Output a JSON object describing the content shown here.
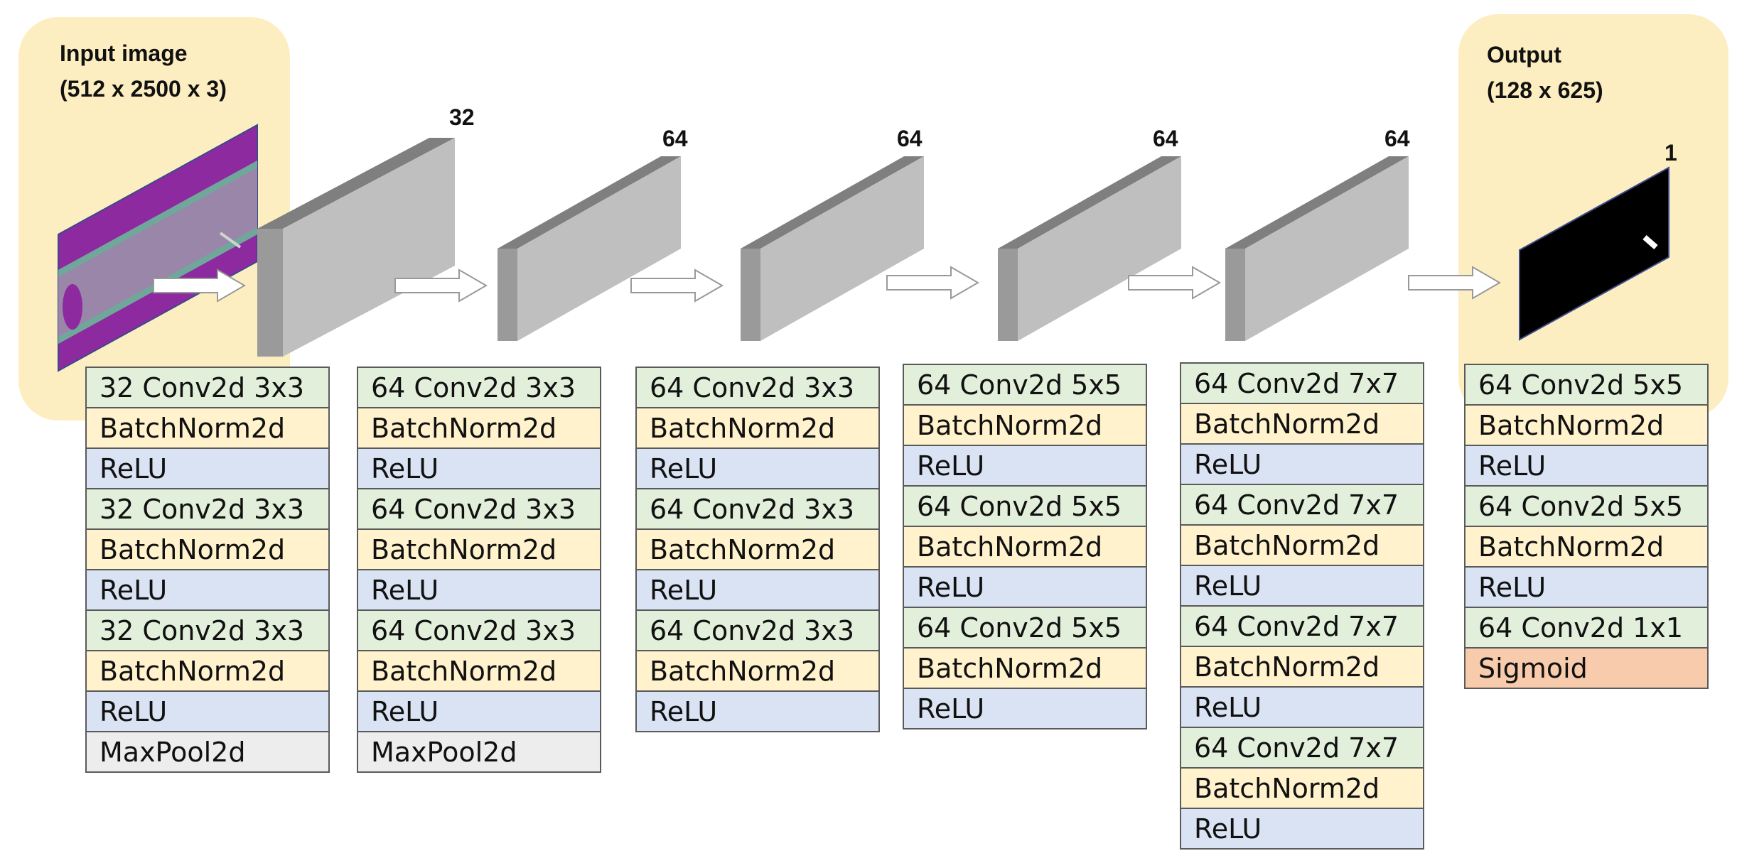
{
  "input": {
    "title": "Input image",
    "dims": "(512 x 2500 x 3)"
  },
  "output": {
    "title": "Output",
    "dims": "(128 x 625)"
  },
  "stages": [
    {
      "channels": "32",
      "layers": [
        {
          "type": "conv",
          "label": "32 Conv2d 3x3"
        },
        {
          "type": "bn",
          "label": "BatchNorm2d"
        },
        {
          "type": "relu",
          "label": "ReLU"
        },
        {
          "type": "conv",
          "label": "32 Conv2d 3x3"
        },
        {
          "type": "bn",
          "label": "BatchNorm2d"
        },
        {
          "type": "relu",
          "label": "ReLU"
        },
        {
          "type": "conv",
          "label": "32 Conv2d 3x3"
        },
        {
          "type": "bn",
          "label": "BatchNorm2d"
        },
        {
          "type": "relu",
          "label": "ReLU"
        },
        {
          "type": "pool",
          "label": "MaxPool2d"
        }
      ]
    },
    {
      "channels": "64",
      "layers": [
        {
          "type": "conv",
          "label": "64 Conv2d 3x3"
        },
        {
          "type": "bn",
          "label": "BatchNorm2d"
        },
        {
          "type": "relu",
          "label": "ReLU"
        },
        {
          "type": "conv",
          "label": "64 Conv2d 3x3"
        },
        {
          "type": "bn",
          "label": "BatchNorm2d"
        },
        {
          "type": "relu",
          "label": "ReLU"
        },
        {
          "type": "conv",
          "label": "64 Conv2d 3x3"
        },
        {
          "type": "bn",
          "label": "BatchNorm2d"
        },
        {
          "type": "relu",
          "label": "ReLU"
        },
        {
          "type": "pool",
          "label": "MaxPool2d"
        }
      ]
    },
    {
      "channels": "64",
      "layers": [
        {
          "type": "conv",
          "label": "64 Conv2d 3x3"
        },
        {
          "type": "bn",
          "label": "BatchNorm2d"
        },
        {
          "type": "relu",
          "label": "ReLU"
        },
        {
          "type": "conv",
          "label": "64 Conv2d 3x3"
        },
        {
          "type": "bn",
          "label": "BatchNorm2d"
        },
        {
          "type": "relu",
          "label": "ReLU"
        },
        {
          "type": "conv",
          "label": "64 Conv2d 3x3"
        },
        {
          "type": "bn",
          "label": "BatchNorm2d"
        },
        {
          "type": "relu",
          "label": "ReLU"
        }
      ]
    },
    {
      "channels": "64",
      "layers": [
        {
          "type": "conv",
          "label": "64 Conv2d 5x5"
        },
        {
          "type": "bn",
          "label": "BatchNorm2d"
        },
        {
          "type": "relu",
          "label": "ReLU"
        },
        {
          "type": "conv",
          "label": "64 Conv2d 5x5"
        },
        {
          "type": "bn",
          "label": "BatchNorm2d"
        },
        {
          "type": "relu",
          "label": "ReLU"
        },
        {
          "type": "conv",
          "label": "64 Conv2d 5x5"
        },
        {
          "type": "bn",
          "label": "BatchNorm2d"
        },
        {
          "type": "relu",
          "label": "ReLU"
        }
      ]
    },
    {
      "channels": "64",
      "layers": [
        {
          "type": "conv",
          "label": "64 Conv2d 7x7"
        },
        {
          "type": "bn",
          "label": "BatchNorm2d"
        },
        {
          "type": "relu",
          "label": "ReLU"
        },
        {
          "type": "conv",
          "label": "64 Conv2d 7x7"
        },
        {
          "type": "bn",
          "label": "BatchNorm2d"
        },
        {
          "type": "relu",
          "label": "ReLU"
        },
        {
          "type": "conv",
          "label": "64 Conv2d 7x7"
        },
        {
          "type": "bn",
          "label": "BatchNorm2d"
        },
        {
          "type": "relu",
          "label": "ReLU"
        },
        {
          "type": "conv",
          "label": "64 Conv2d 7x7"
        },
        {
          "type": "bn",
          "label": "BatchNorm2d"
        },
        {
          "type": "relu",
          "label": "ReLU"
        }
      ]
    },
    {
      "channels": "1",
      "layers": [
        {
          "type": "conv",
          "label": "64 Conv2d 5x5"
        },
        {
          "type": "bn",
          "label": "BatchNorm2d"
        },
        {
          "type": "relu",
          "label": "ReLU"
        },
        {
          "type": "conv",
          "label": "64 Conv2d 5x5"
        },
        {
          "type": "bn",
          "label": "BatchNorm2d"
        },
        {
          "type": "relu",
          "label": "ReLU"
        },
        {
          "type": "conv",
          "label": "64 Conv2d 1x1"
        },
        {
          "type": "sig",
          "label": "Sigmoid"
        }
      ]
    }
  ],
  "colors": {
    "io_panel": "#fdeec1",
    "conv": "#e2efda",
    "bn": "#fff2cc",
    "relu": "#dae3f3",
    "pool": "#ededed",
    "sigmoid": "#f8cbad",
    "block_front": "#bfbfbf",
    "block_top": "#7f7f7f",
    "block_side": "#9a9a9a",
    "input_image": "#8e2aa0",
    "output_mask": "#000000"
  }
}
